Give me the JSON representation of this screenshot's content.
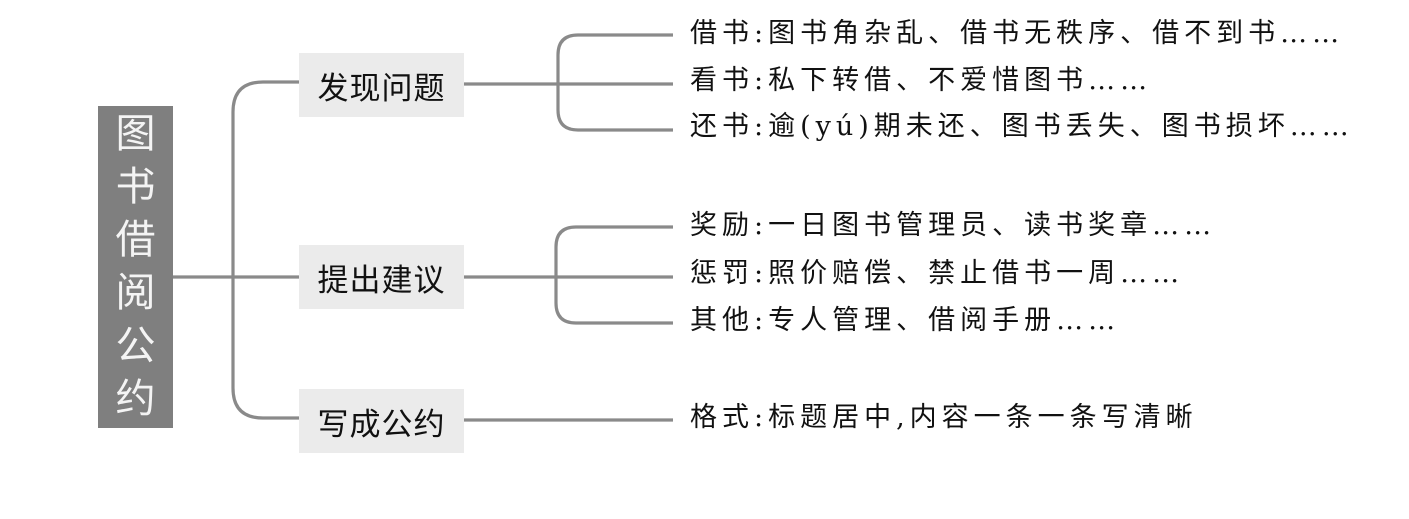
{
  "root": {
    "title_chars": [
      "图",
      "书",
      "借",
      "阅",
      "公",
      "约"
    ],
    "title": "图书借阅公约"
  },
  "branches": [
    {
      "label": "发现问题",
      "leaves": [
        "借书:图书角杂乱、借书无秩序、借不到书……",
        "看书:私下转借、不爱惜图书……",
        "还书:逾(yú)期未还、图书丢失、图书损坏……"
      ]
    },
    {
      "label": "提出建议",
      "leaves": [
        "奖励:一日图书管理员、读书奖章……",
        "惩罚:照价赔偿、禁止借书一周……",
        "其他:专人管理、借阅手册……"
      ]
    },
    {
      "label": "写成公约",
      "leaves": [
        "格式:标题居中,内容一条一条写清晰"
      ]
    }
  ],
  "colors": {
    "root_fill": "#7f7f7f",
    "branch_fill": "#ebebeb",
    "connector": "#8a8a8a"
  }
}
